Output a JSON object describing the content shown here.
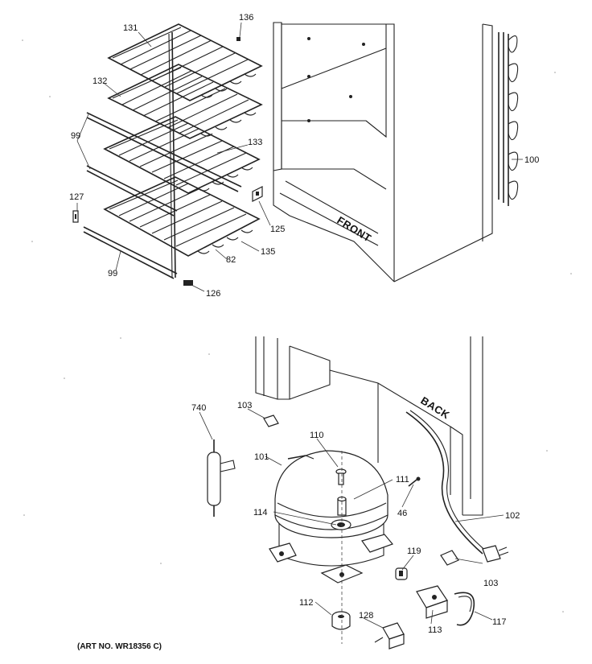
{
  "diagram": {
    "stamps": {
      "front": "FRONT",
      "back": "BACK"
    },
    "art_no": "(ART NO. WR18356 C)",
    "callouts": {
      "c131": "131",
      "c136": "136",
      "c132": "132",
      "c99a": "99",
      "c133": "133",
      "c100": "100",
      "c127": "127",
      "c125": "125",
      "c82": "82",
      "c135": "135",
      "c99b": "99",
      "c126": "126",
      "c740": "740",
      "c103a": "103",
      "c110": "110",
      "c101": "101",
      "c111": "111",
      "c46": "46",
      "c114": "114",
      "c102": "102",
      "c119": "119",
      "c103b": "103",
      "c112": "112",
      "c128": "128",
      "c113": "113",
      "c117": "117"
    }
  }
}
